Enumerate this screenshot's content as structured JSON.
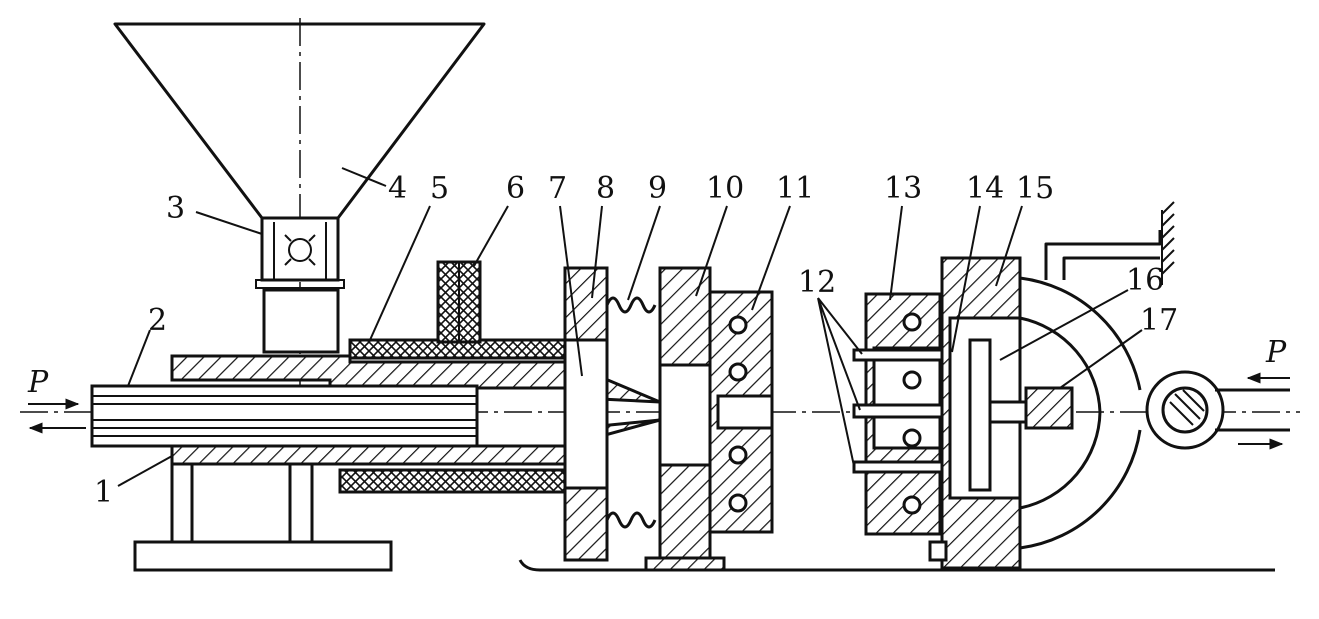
{
  "labels": {
    "l1": "1",
    "l2": "2",
    "l3": "3",
    "l4": "4",
    "l5": "5",
    "l6": "6",
    "l7": "7",
    "l8": "8",
    "l9": "9",
    "l10": "10",
    "l11": "11",
    "l12": "12",
    "l13": "13",
    "l14": "14",
    "l15": "15",
    "l16": "16",
    "l17": "17",
    "p_left": "P",
    "p_right": "P"
  }
}
